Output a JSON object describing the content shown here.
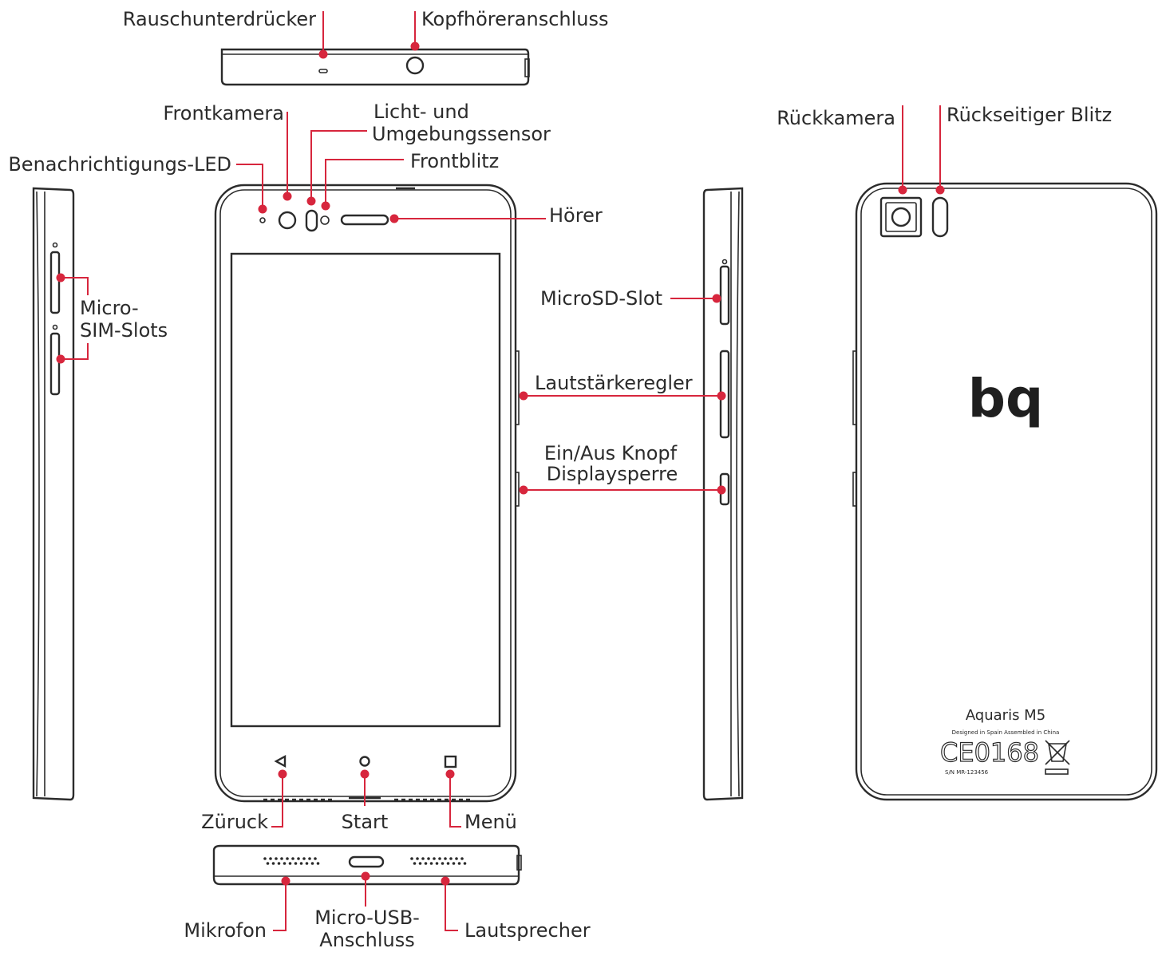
{
  "labels": {
    "noise_suppressor": "Rauschunterdrücker",
    "headphone_jack": "Kopfhöreranschluss",
    "front_camera": "Frontkamera",
    "light_sensor_line1": "Licht- und",
    "light_sensor_line2": "Umgebungssensor",
    "front_flash": "Frontblitz",
    "notification_led": "Benachrichtigungs-LED",
    "earpiece": "Hörer",
    "sim_slots_line1": "Micro-",
    "sim_slots_line2": "SIM-Slots",
    "microsd_slot": "MicroSD-Slot",
    "volume": "Lautstärkeregler",
    "power_line1": "Ein/Aus Knopf",
    "power_line2": "Displaysperre",
    "rear_camera": "Rückkamera",
    "rear_flash": "Rückseitiger Blitz",
    "back": "Züruck",
    "home": "Start",
    "menu": "Menü",
    "microphone": "Mikrofon",
    "usb_line1": "Micro-USB-",
    "usb_line2": "Anschluss",
    "speaker": "Lautsprecher"
  },
  "back_panel": {
    "brand_logo": "bq",
    "model": "Aquaris M5",
    "origin": "Designed in Spain  Assembled in China",
    "ce_mark": "CE0168",
    "serial": "S/N MR-123456"
  },
  "colors": {
    "leader_lines": "#d7263d",
    "device_outline": "#2b2b2b",
    "background": "#ffffff"
  }
}
